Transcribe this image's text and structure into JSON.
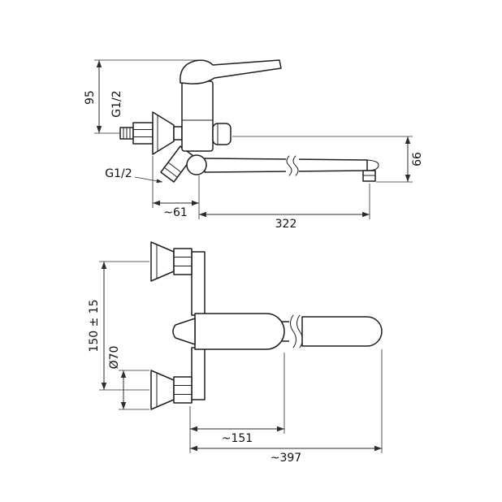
{
  "page": {
    "background": "#ffffff",
    "line_color": "#1f1f1f",
    "dimension_color": "#2b2b2b"
  },
  "drawing": {
    "kind": "technical-dimensional-drawing",
    "subject": "wall-mounted-mixer-tap-with-long-swivel-spout",
    "side_view": {
      "dim_height": "95",
      "thread_label_inlet": "G1/2",
      "thread_label_shower": "G1/2",
      "dim_wall_offset": "~61",
      "dim_spout_reach": "322",
      "dim_spout_drop": "66"
    },
    "front_view": {
      "dim_centers": "150 ± 15",
      "dim_escutcheon_diameter": "Ø70",
      "dim_body_length": "~151",
      "dim_overall_length": "~397"
    }
  }
}
